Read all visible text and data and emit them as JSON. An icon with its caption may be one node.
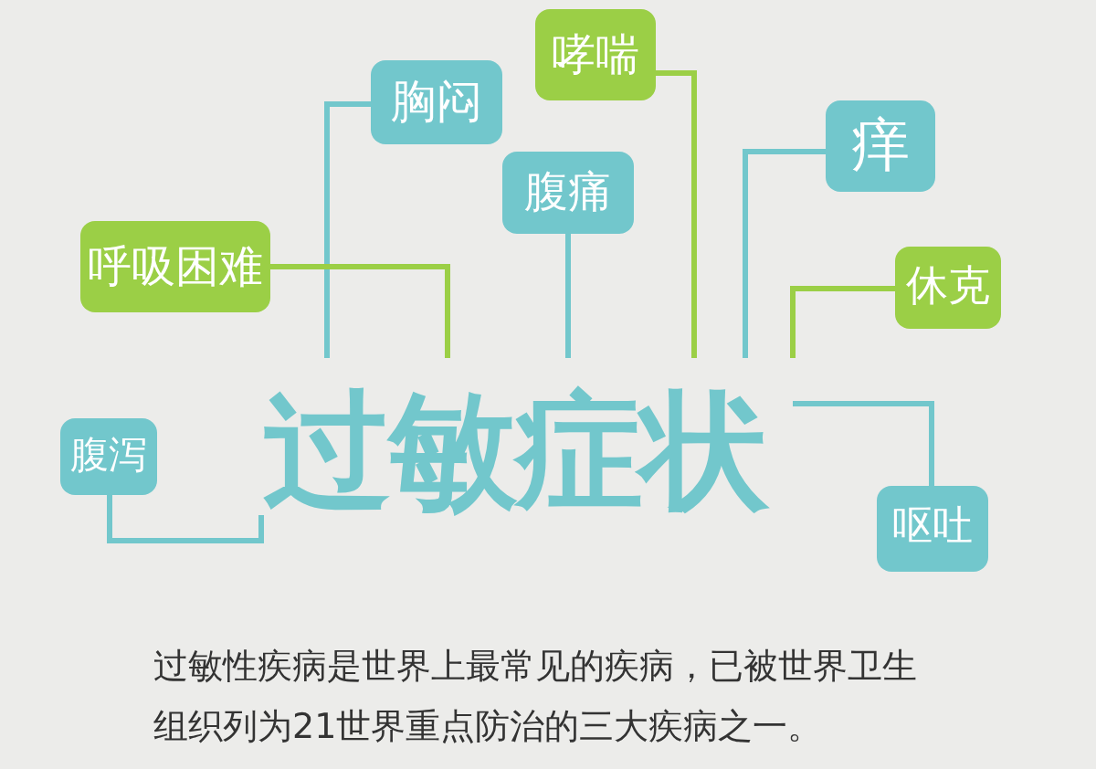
{
  "diagram": {
    "caption": "过敏性疾病是世界上最常见的疾病，已被世界卫生组织列为21世界重点防治的三大疾病之一。",
    "nodes": [
      {
        "text": [
          "哮喘"
        ]
      },
      {
        "text": [
          "胸闷"
        ]
      },
      {
        "text": [
          "痒"
        ]
      },
      {
        "text": [
          "腹痛"
        ]
      },
      {
        "text": [
          "呼吸困难"
        ]
      },
      {
        "text": [
          "休克"
        ]
      },
      {
        "text": [
          "过敏症状"
        ]
      },
      {
        "text": [
          "腹泻"
        ]
      },
      {
        "text": [
          "呕吐"
        ]
      }
    ],
    "edges": [
      {
        "from": 0,
        "to": 6,
        "arrow": "none",
        "color": "#9bcf46"
      },
      {
        "from": 1,
        "to": 6,
        "arrow": "none"
      },
      {
        "from": 2,
        "to": 6,
        "arrow": "none"
      },
      {
        "from": 3,
        "to": 6,
        "arrow": "none"
      },
      {
        "from": 4,
        "to": 6,
        "arrow": "none",
        "color": "#9bcf46"
      },
      {
        "from": 5,
        "to": 6,
        "arrow": "none",
        "color": "#9bcf46"
      },
      {
        "from": 7,
        "to": 6,
        "arrow": "none"
      },
      {
        "from": 8,
        "to": 6,
        "arrow": "none"
      }
    ]
  }
}
